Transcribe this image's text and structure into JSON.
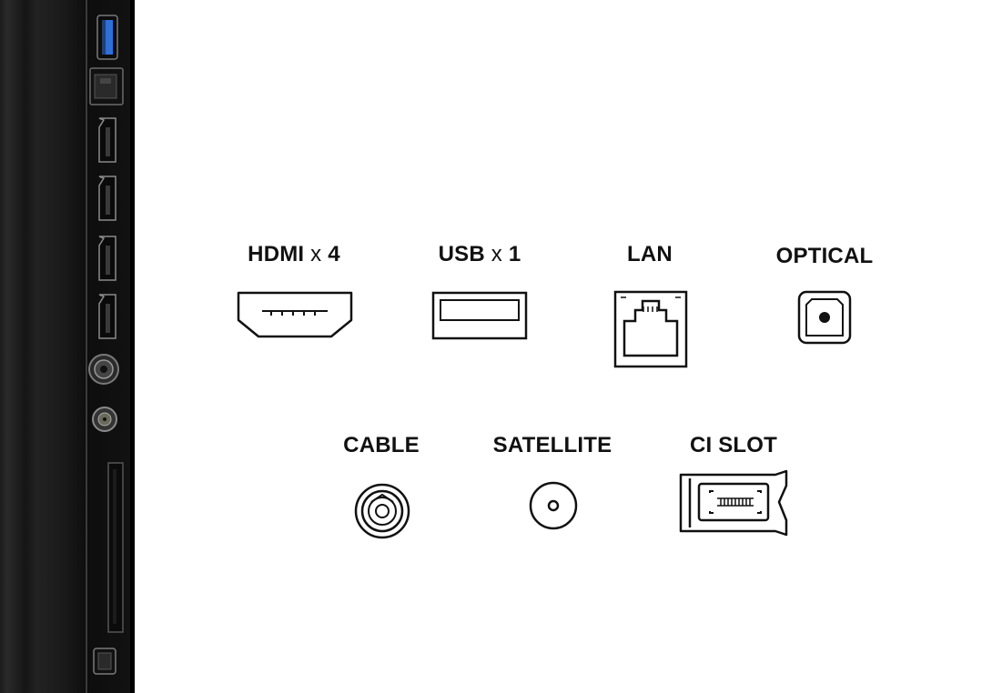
{
  "ports": {
    "hdmi": {
      "name": "HDMI",
      "times": "x",
      "count": "4"
    },
    "usb": {
      "name": "USB",
      "times": "x",
      "count": "1"
    },
    "lan": {
      "name": "LAN"
    },
    "optical": {
      "name": "OPTICAL"
    },
    "cable": {
      "name": "CABLE"
    },
    "satellite": {
      "name": "SATELLITE"
    },
    "ci_slot": {
      "name": "CI SLOT"
    }
  },
  "icons": {
    "hdmi": "hdmi-port-icon",
    "usb": "usb-port-icon",
    "lan": "ethernet-port-icon",
    "optical": "optical-port-icon",
    "cable": "coax-cable-icon",
    "satellite": "satellite-connector-icon",
    "ci_slot": "ci-card-icon"
  },
  "colors": {
    "ink": "#111111",
    "panel": "#1a1a1a",
    "usb_blue": "#2f6fd6"
  }
}
